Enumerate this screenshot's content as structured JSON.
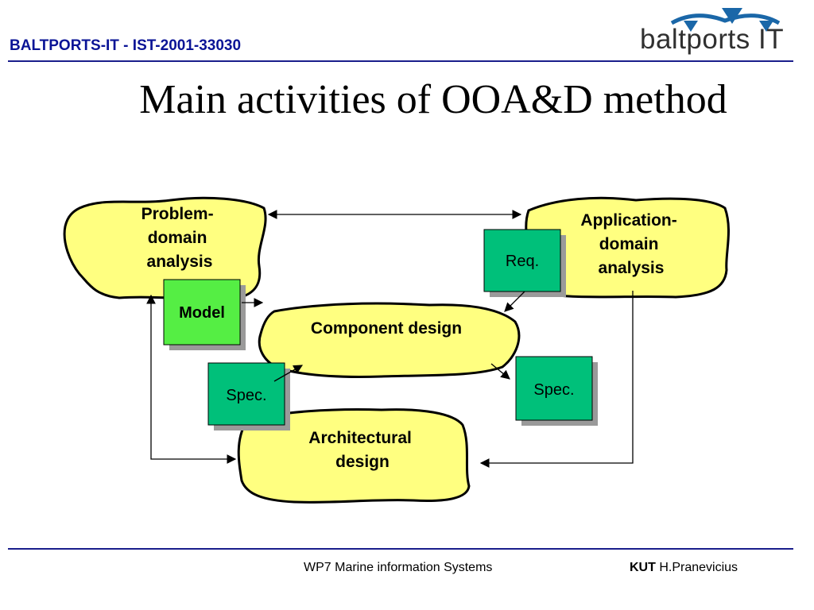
{
  "header": {
    "title": "BALTPORTS-IT - IST-2001-33030",
    "title_color": "#0a1496",
    "rule_color": "#1a1e8c",
    "logo_text": "baltports IT",
    "logo_color": "#1a67a8"
  },
  "slide": {
    "title": "Main activities of OOA&D method"
  },
  "diagram": {
    "cloud_fill": "#ffff80",
    "box_fill": "#00c07a",
    "model_fill": "#55ee44",
    "model_text_color": "#ee2200",
    "clouds": {
      "problem_domain": [
        "Problem-",
        "domain",
        "analysis"
      ],
      "application_domain": [
        "Application-",
        "domain",
        "analysis"
      ],
      "component_design": [
        "Component design"
      ],
      "architectural_design": [
        "Architectural",
        "design"
      ]
    },
    "boxes": {
      "model": "Model",
      "req": "Req.",
      "spec_left": "Spec.",
      "spec_right": "Spec."
    }
  },
  "footer": {
    "project": "WP7 Marine information Systems",
    "org": "KUT",
    "author": "H.Pranevicius"
  }
}
